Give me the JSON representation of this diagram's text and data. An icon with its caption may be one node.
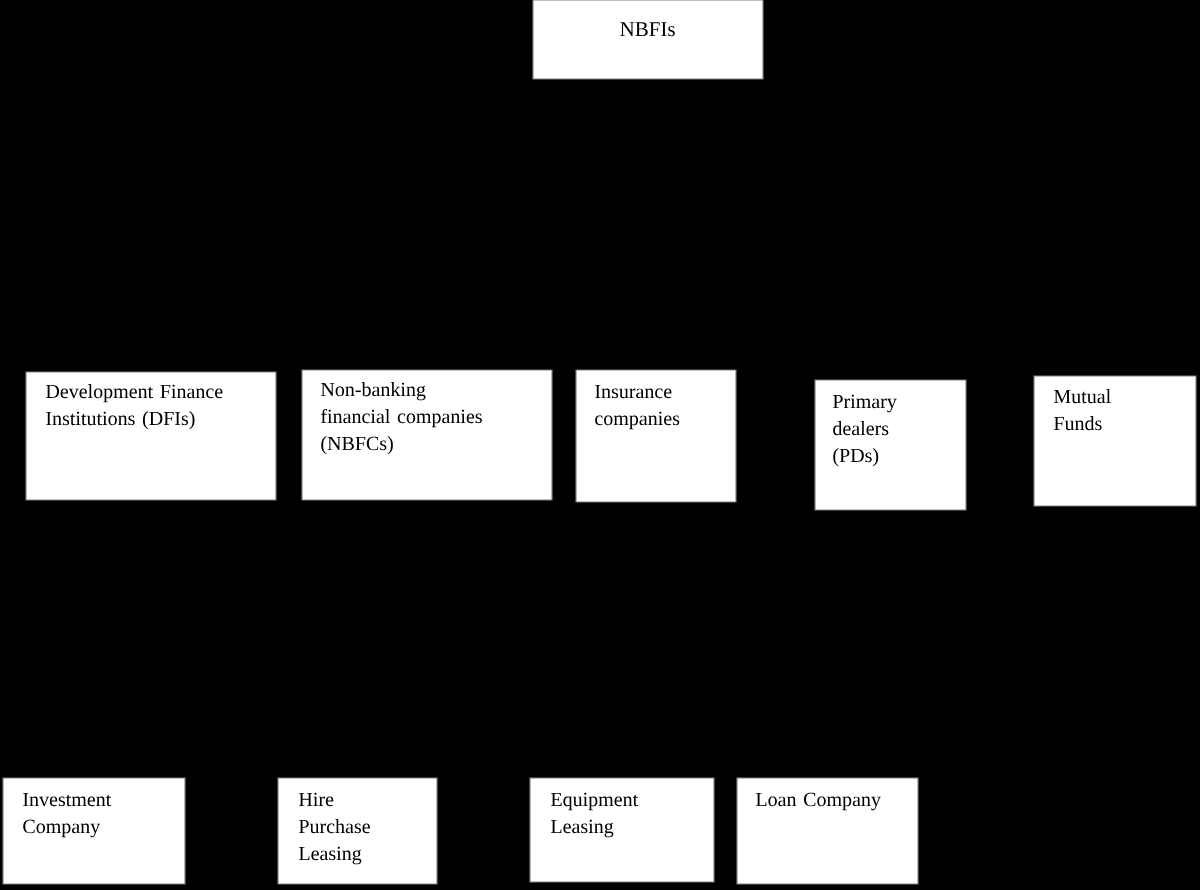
{
  "diagram": {
    "nodes": [
      {
        "text": [
          "NBFIs"
        ]
      },
      {
        "text": [
          "Development Finance Institutions (DFIs)"
        ]
      },
      {
        "text": [
          "Non-banking financial companies (NBFCs)"
        ]
      },
      {
        "text": [
          "Insurance companies"
        ]
      },
      {
        "text": [
          "Primary dealers (PDs)"
        ]
      },
      {
        "text": [
          "Mutual Funds"
        ]
      },
      {
        "text": [
          "Investment Company"
        ]
      },
      {
        "text": [
          "Hire Purchase Leasing"
        ]
      },
      {
        "text": [
          "Equipment Leasing"
        ]
      },
      {
        "text": [
          "Loan Company"
        ]
      }
    ]
  }
}
